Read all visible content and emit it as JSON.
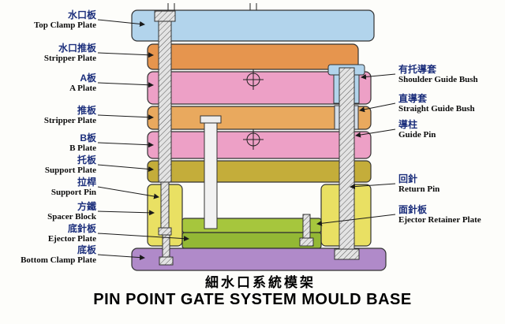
{
  "title": {
    "chinese": "細水口系統模架",
    "english": "PIN POINT GATE SYSTEM MOULD BASE"
  },
  "left_labels": [
    {
      "zh": "水口板",
      "en": "Top Clamp Plate"
    },
    {
      "zh": "水口推板",
      "en": "Stripper Plate"
    },
    {
      "zh": "A板",
      "en": "A Plate"
    },
    {
      "zh": "推板",
      "en": "Stripper Plate"
    },
    {
      "zh": "B板",
      "en": "B Plate"
    },
    {
      "zh": "托板",
      "en": "Support Plate"
    },
    {
      "zh": "拉桿",
      "en": "Support Pin"
    },
    {
      "zh": "方鐵",
      "en": "Spacer Block"
    },
    {
      "zh": "底針板",
      "en": "Ejector Plate"
    },
    {
      "zh": "底板",
      "en": "Bottom Clamp Plate"
    }
  ],
  "right_labels": [
    {
      "zh": "有托導套",
      "en": "Shoulder Guide Bush"
    },
    {
      "zh": "直導套",
      "en": "Straight Guide Bush"
    },
    {
      "zh": "導柱",
      "en": "Guide Pin"
    },
    {
      "zh": "回針",
      "en": "Return Pin"
    },
    {
      "zh": "面針板",
      "en": "Ejector Retainer Plate"
    }
  ],
  "colors": {
    "top_clamp_plate": "#b2d4ec",
    "runner_stripper_plate": "#e6954e",
    "a_plate": "#eda0c6",
    "stripper_plate": "#e9a95e",
    "b_plate": "#eda0c6",
    "support_plate": "#c4ad3a",
    "spacer_block": "#e9e063",
    "ejector_retainer_plate": "#a6c63d",
    "ejector_plate": "#93b835",
    "bottom_clamp_plate": "#b08ac9",
    "guide_bush": "#b2d4ec",
    "straight_bush": "#d4dde8",
    "label_zh": "#1c2f7c",
    "label_en": "#0d0d0d"
  }
}
